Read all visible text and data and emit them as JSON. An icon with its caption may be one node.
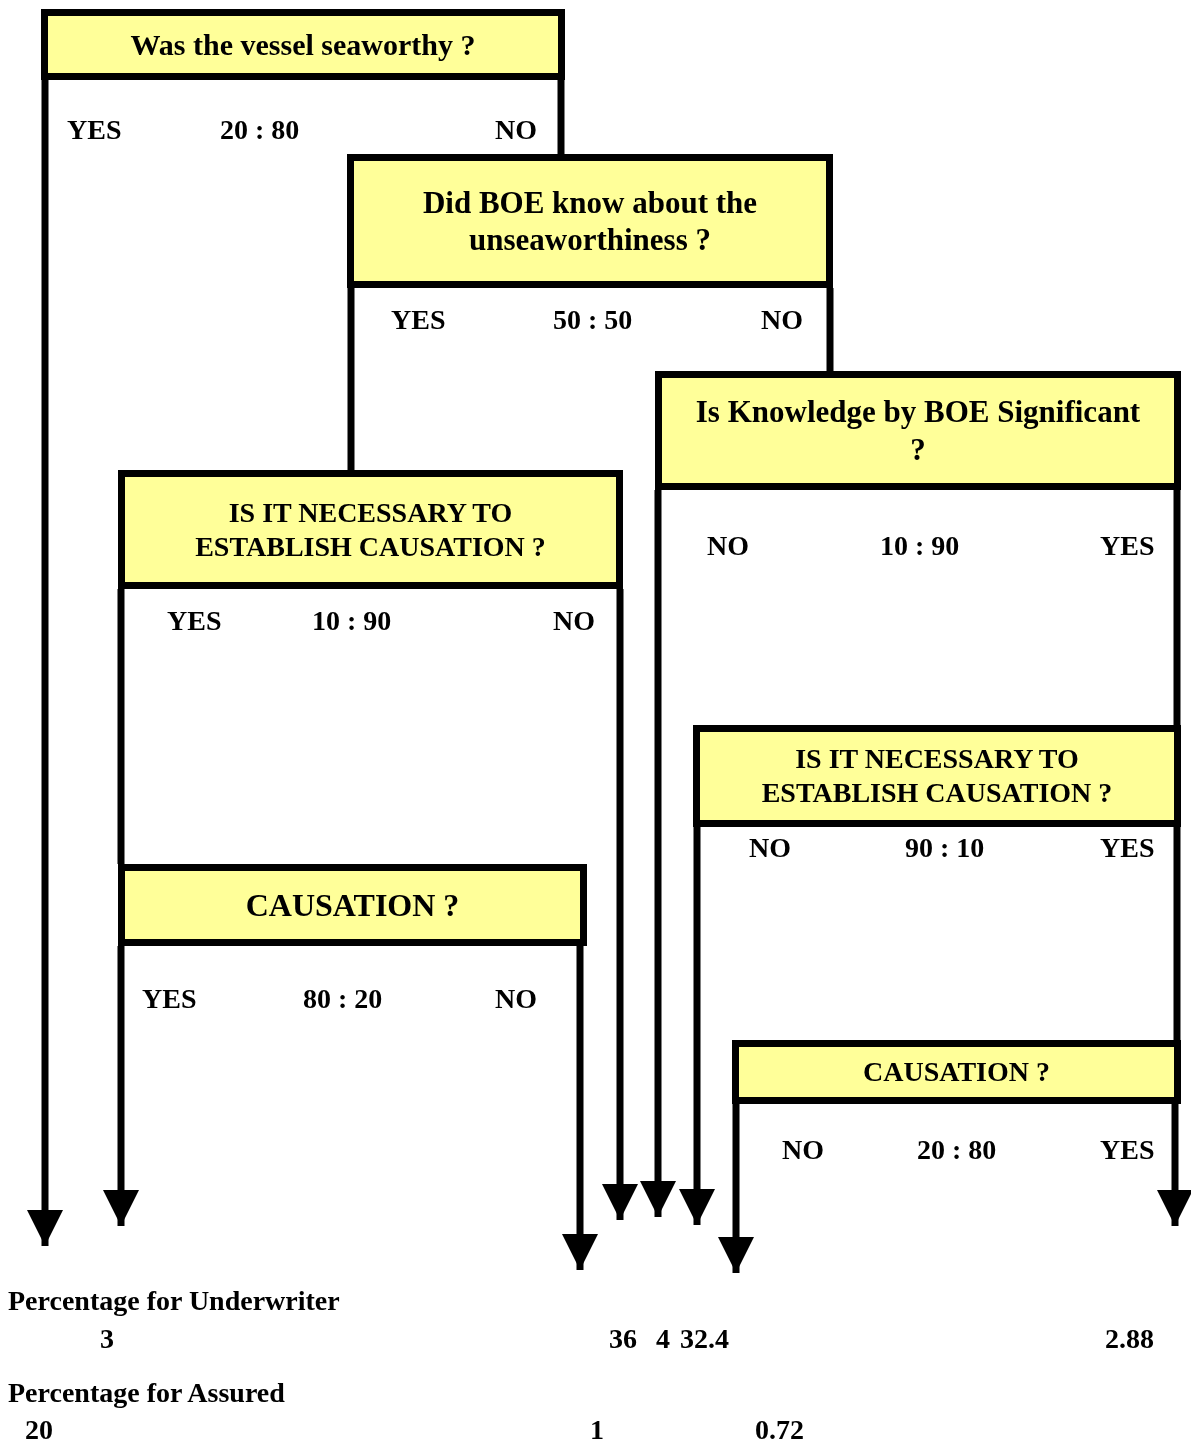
{
  "diagram": {
    "nodes": [
      {
        "text": [
          "Was the vessel seaworthy ?"
        ],
        "beside": [
          "20 : 80"
        ]
      },
      {
        "text": [
          "Did BOE know about the unseaworthiness ?"
        ],
        "beside": [
          "50 : 50"
        ]
      },
      {
        "text": [
          "IS IT NECESSARY TO ESTABLISH CAUSATION ?"
        ],
        "beside": [
          "10 : 90"
        ]
      },
      {
        "text": [
          "Is Knowledge by BOE Significant ?"
        ],
        "beside": [
          "10 : 90"
        ]
      },
      {
        "text": [
          "CAUSATION ?"
        ],
        "beside": [
          "80 : 20"
        ]
      },
      {
        "text": [
          "IS IT NECESSARY TO ESTABLISH CAUSATION ?"
        ],
        "beside": [
          "90 : 10"
        ]
      },
      {
        "text": [
          "CAUSATION ?"
        ],
        "beside": [
          "20 : 80"
        ]
      }
    ],
    "edges": [
      {
        "from": 0,
        "to": null,
        "arrow": "to",
        "label": "YES"
      },
      {
        "from": 0,
        "to": 1,
        "arrow": "none",
        "label": "NO"
      },
      {
        "from": 1,
        "to": 2,
        "arrow": "none",
        "label": "YES"
      },
      {
        "from": 1,
        "to": 3,
        "arrow": "none",
        "label": "NO"
      },
      {
        "from": 2,
        "to": 4,
        "arrow": "none",
        "label": "YES"
      },
      {
        "from": 2,
        "to": null,
        "arrow": "to",
        "label": "NO"
      },
      {
        "from": 4,
        "to": null,
        "arrow": "to",
        "label": "YES"
      },
      {
        "from": 4,
        "to": null,
        "arrow": "to",
        "label": "NO"
      },
      {
        "from": 3,
        "to": null,
        "arrow": "to",
        "label": "NO"
      },
      {
        "from": 3,
        "to": 5,
        "arrow": "none",
        "label": "YES"
      },
      {
        "from": 5,
        "to": null,
        "arrow": "to",
        "label": "NO"
      },
      {
        "from": 5,
        "to": 6,
        "arrow": "none",
        "label": "YES"
      },
      {
        "from": 6,
        "to": null,
        "arrow": "to",
        "label": "NO"
      },
      {
        "from": 6,
        "to": null,
        "arrow": "to",
        "label": "YES"
      }
    ],
    "labels": [
      "Percentage for Underwriter",
      "3",
      "36",
      "4",
      "32.4",
      "2.88",
      "Percentage for Assured",
      "20",
      "1",
      "0.72"
    ]
  }
}
